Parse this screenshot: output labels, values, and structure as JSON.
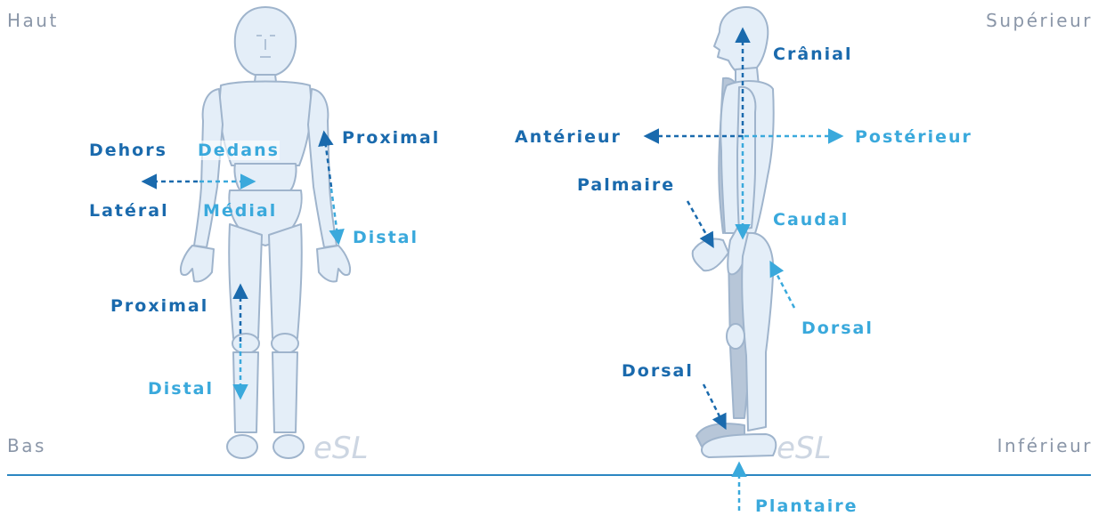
{
  "directions": {
    "top_left": "Haut",
    "bottom_left": "Bas",
    "top_right": "Supérieur",
    "bottom_right": "Inférieur"
  },
  "front_view": {
    "outer": "Dehors",
    "inner": "Dedans",
    "lateral": "Latéral",
    "medial": "Médial",
    "arm_proximal": "Proximal",
    "arm_distal": "Distal",
    "leg_proximal": "Proximal",
    "leg_distal": "Distal",
    "watermark": "eSL"
  },
  "side_view": {
    "cranial": "Crânial",
    "anterior": "Antérieur",
    "posterior": "Postérieur",
    "palmar": "Palmaire",
    "caudal": "Caudal",
    "dorsal_back": "Dorsal",
    "dorsal_foot": "Dorsal",
    "plantar": "Plantaire",
    "watermark": "eSL"
  },
  "colors": {
    "dark_blue": "#1a6aad",
    "light_blue": "#3aa9dc",
    "body_fill": "#e4eef8",
    "body_stroke": "#9fb4cc",
    "ground_line": "#2b86c2"
  }
}
